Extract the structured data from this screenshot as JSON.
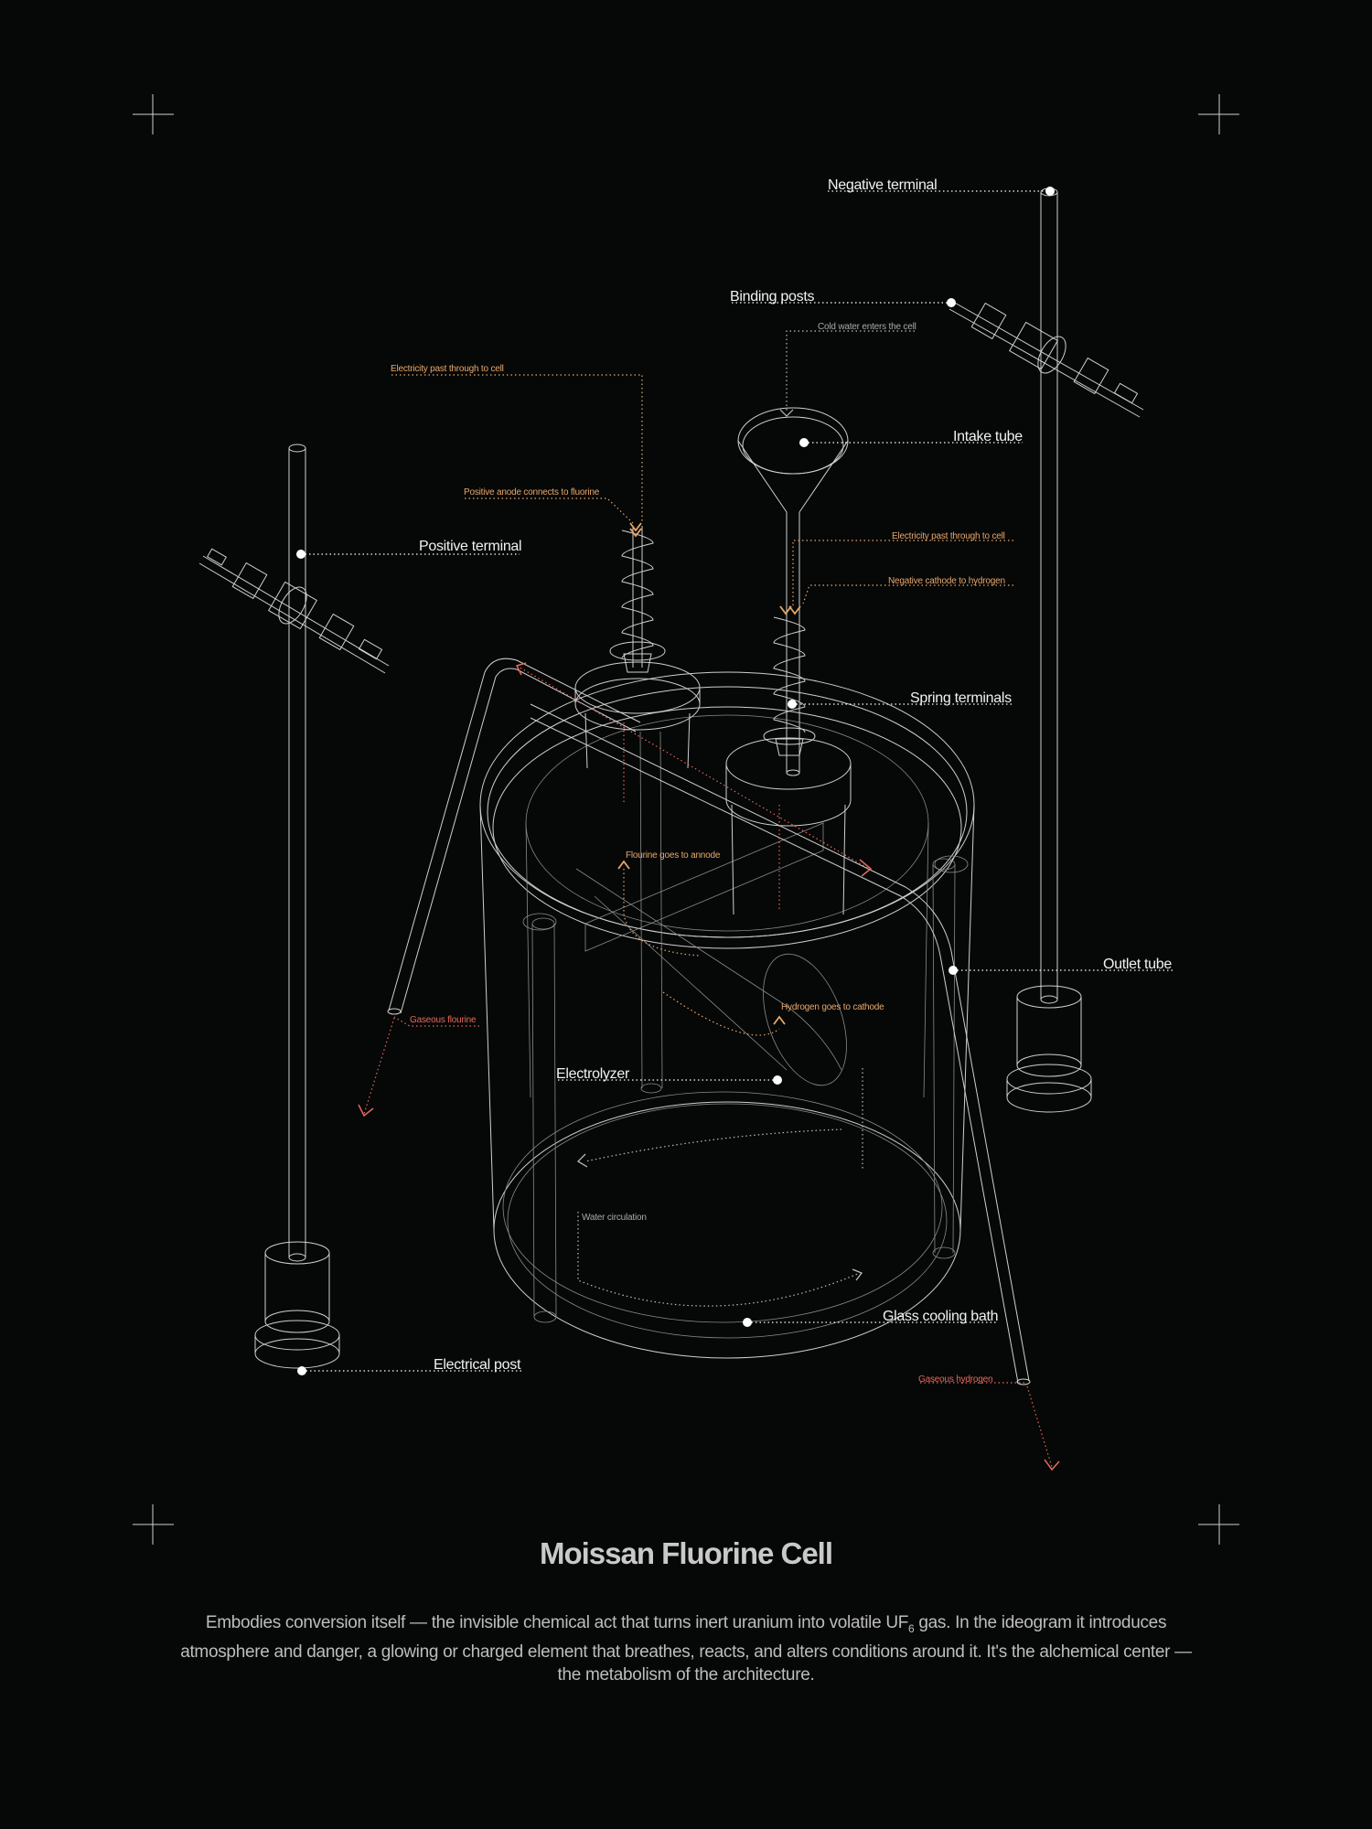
{
  "diagram": {
    "labels": {
      "negative_terminal": "Negative terminal",
      "binding_posts": "Binding posts",
      "cold_water": "Cold water enters the cell",
      "electricity_left": "Electricity past through to cell",
      "intake_tube": "Intake tube",
      "positive_anode": "Positive anode connects to fluorine",
      "positive_terminal": "Positive terminal",
      "electricity_right": "Electricity past through to cell",
      "negative_cathode": "Negative cathode to hydrogen",
      "spring_terminals": "Spring terminals",
      "fluorine_anode": "Flourine goes to annode",
      "outlet_tube": "Outlet tube",
      "gaseous_fluorine": "Gaseous flourine",
      "hydrogen_cathode": "Hydrogen goes to cathode",
      "electrolyzer": "Electrolyzer",
      "water_circulation": "Water circulation",
      "glass_cooling_bath": "Glass cooling bath",
      "electrical_post": "Electrical post",
      "gaseous_hydrogen": "Gaseous hydrogen"
    }
  },
  "caption": {
    "title": "Moissan Fluorine Cell",
    "desc_part1": "Embodies conversion itself — the invisible chemical act that turns inert uranium into volatile UF",
    "desc_subscript": "6",
    "desc_part2": " gas. In the ideogram it introduces atmosphere and danger, a glowing or charged element that breathes, reacts, and alters conditions around it. It's the alchemical center — the metabolism of the architecture."
  },
  "colors": {
    "background": "#060707",
    "line": "#cfcfcf",
    "annotation_orange": "#e7a86a",
    "annotation_red": "#e46a5a",
    "label_white": "#f2f2f2"
  }
}
